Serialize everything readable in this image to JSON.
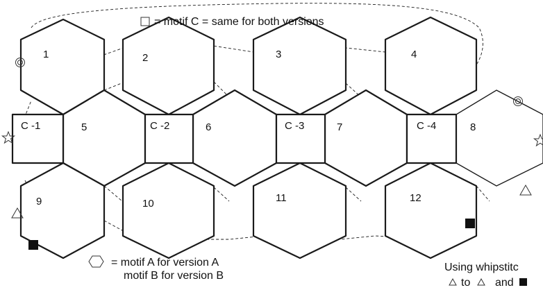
{
  "legend_square": "= motif C = same for both versions",
  "legend_hex_line1": "= motif A for version A",
  "legend_hex_line2": "motif B for version B",
  "note_line1": "Using whipstitc",
  "note_line2": "to",
  "note_line3": "and",
  "hex_labels": [
    "1",
    "2",
    "3",
    "4",
    "5",
    "6",
    "7",
    "8",
    "9",
    "10",
    "11",
    "12"
  ],
  "square_labels": [
    "C -1",
    "C -2",
    "C -3",
    "C -4"
  ],
  "icons": [
    "double-circle-icon",
    "star-icon",
    "triangle-icon",
    "filled-square-icon"
  ]
}
